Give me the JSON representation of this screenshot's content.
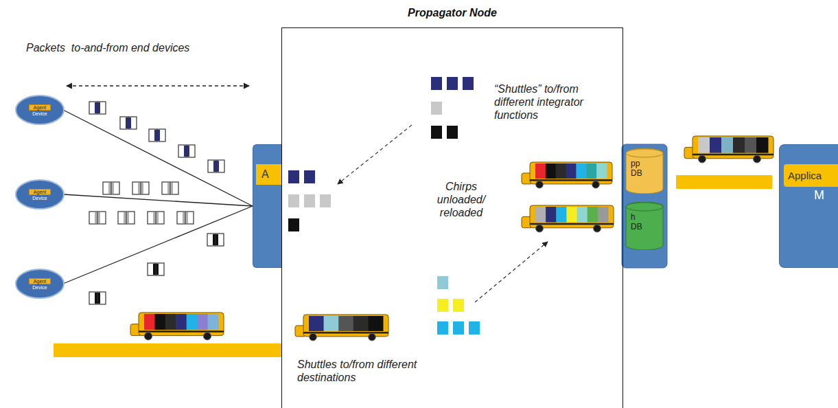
{
  "diagram": {
    "nodes": [
      {
        "text": [
          "Propagator Node"
        ]
      },
      {
        "text": [
          "Agent",
          "Device"
        ]
      },
      {
        "text": [
          "Agent",
          "Device"
        ]
      },
      {
        "text": [
          "Agent",
          "Device"
        ]
      },
      {
        "text": [
          "A"
        ]
      },
      {
        "text": [
          "pp DB"
        ]
      },
      {
        "text": [
          "h DB"
        ]
      },
      {
        "text": [
          "Applica",
          "M"
        ]
      }
    ],
    "edges": [
      {
        "from": 1,
        "to": 4,
        "arrow": "none"
      },
      {
        "from": 2,
        "to": 4,
        "arrow": "none"
      },
      {
        "from": 3,
        "to": 4,
        "arrow": "none"
      }
    ],
    "labels": [
      "Packets  to-and-from end devices",
      "“Shuttles” to/from different integrator functions",
      "Chirps unloaded/ reloaded",
      "Shuttles to/from different destinations"
    ]
  }
}
